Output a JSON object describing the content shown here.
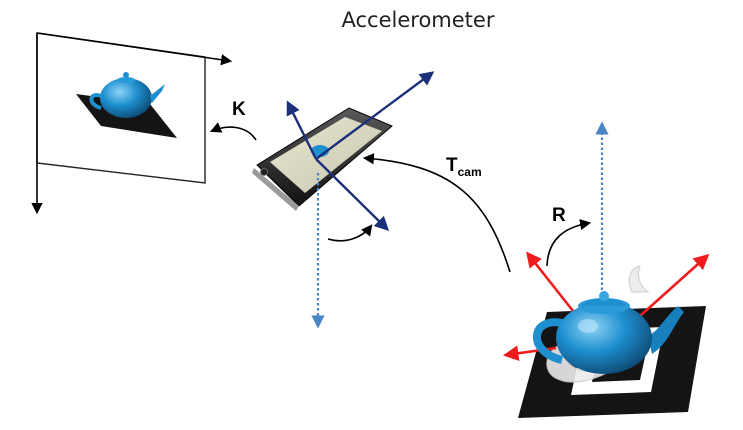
{
  "diagram": {
    "title": "Accelerometer",
    "labels": {
      "intrinsics": "K",
      "pose_main": "T",
      "pose_sub": "cam",
      "rotation": "R"
    },
    "colors": {
      "phone_axes": "#1c2f7a",
      "gravity": "#4a86c5",
      "marker_axes": "#ee1c1c",
      "teapot": "#1e8fcf",
      "marker": "#141414",
      "arrows": "#000000"
    }
  }
}
